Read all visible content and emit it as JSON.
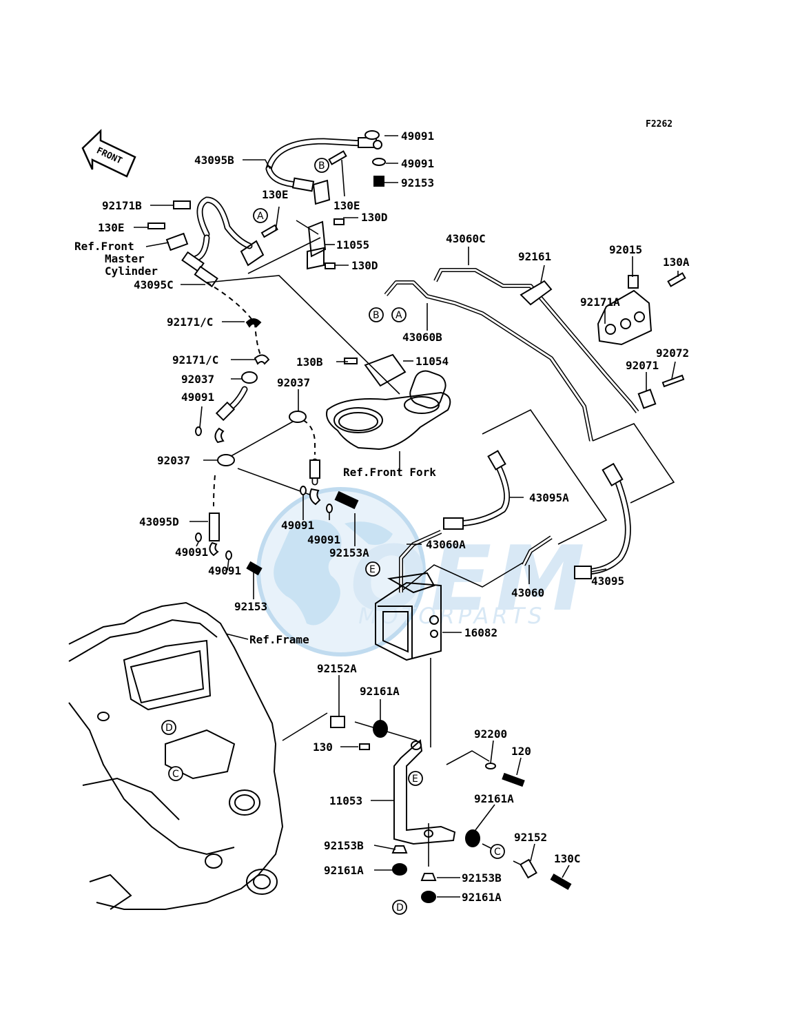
{
  "figure_id": "F2262",
  "front_label": "FRONT",
  "watermark": {
    "word1": "OEM",
    "word2": "MOTORPARTS",
    "color": "#4a90c8"
  },
  "callouts": [
    "A",
    "B",
    "C",
    "D",
    "E"
  ],
  "labels": {
    "l_49091_top": "49091",
    "l_49091_b": "49091",
    "l_92153_top": "92153",
    "l_43095B": "43095B",
    "l_130E_a": "130E",
    "l_130E_b": "130E",
    "l_130E_c": "130E",
    "l_130D_a": "130D",
    "l_130D_b": "130D",
    "l_92171B": "92171B",
    "l_11055": "11055",
    "l_refmaster_1": "Ref.Front",
    "l_refmaster_2": "Master",
    "l_refmaster_3": "Cylinder",
    "l_43095C": "43095C",
    "l_43060C": "43060C",
    "l_92161": "92161",
    "l_92015": "92015",
    "l_130A": "130A",
    "l_92171A": "92171A",
    "l_43060B": "43060B",
    "l_92171C_a": "92171/C",
    "l_92171C_b": "92171/C",
    "l_130B": "130B",
    "l_11054": "11054",
    "l_92072": "92072",
    "l_92071": "92071",
    "l_92037_a": "92037",
    "l_92037_b": "92037",
    "l_92037_c": "92037",
    "l_49091_c": "49091",
    "l_reffork": "Ref.Front Fork",
    "l_43095A": "43095A",
    "l_43095D": "43095D",
    "l_49091_d": "49091",
    "l_49091_e": "49091",
    "l_92153A": "92153A",
    "l_43060A": "43060A",
    "l_49091_f": "49091",
    "l_49091_g": "49091",
    "l_92153_b": "92153",
    "l_43060": "43060",
    "l_43095": "43095",
    "l_16082": "16082",
    "l_refframe": "Ref.Frame",
    "l_92152A": "92152A",
    "l_92161A_a": "92161A",
    "l_92200": "92200",
    "l_130": "130",
    "l_120": "120",
    "l_11053": "11053",
    "l_92161A_b": "92161A",
    "l_92152": "92152",
    "l_92153B_a": "92153B",
    "l_130C": "130C",
    "l_92161A_c": "92161A",
    "l_92153B_b": "92153B",
    "l_92161A_d": "92161A"
  }
}
